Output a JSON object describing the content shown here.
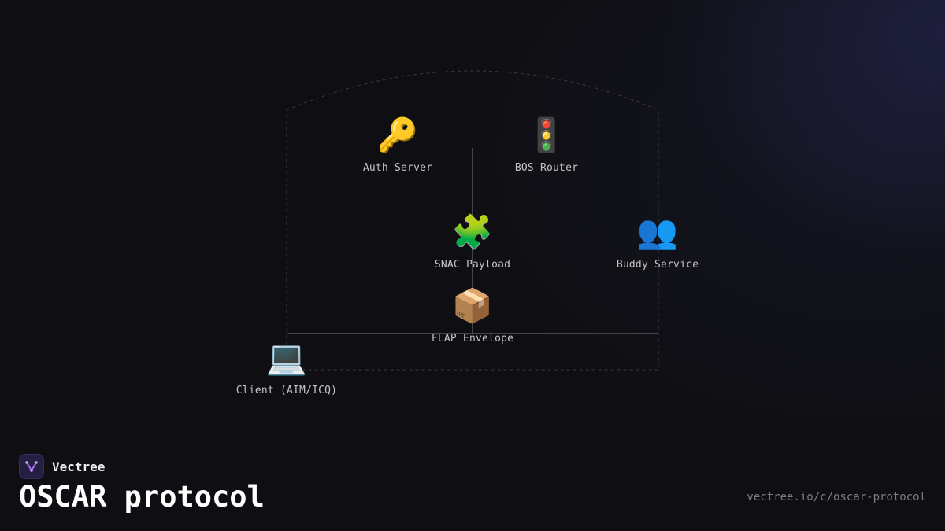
{
  "diagram": {
    "nodes": [
      {
        "id": "auth",
        "label": "Auth Server",
        "icon": "key-icon",
        "glyph": "🔑"
      },
      {
        "id": "bos",
        "label": "BOS Router",
        "icon": "traffic-light-icon",
        "glyph": "🚦"
      },
      {
        "id": "snac",
        "label": "SNAC Payload",
        "icon": "puzzle-piece-icon",
        "glyph": "🧩"
      },
      {
        "id": "buddy",
        "label": "Buddy Service",
        "icon": "people-icon",
        "glyph": "👥"
      },
      {
        "id": "flap",
        "label": "FLAP Envelope",
        "icon": "package-icon",
        "glyph": "📦"
      },
      {
        "id": "client",
        "label": "Client (AIM/ICQ)",
        "icon": "laptop-icon",
        "glyph": "💻"
      }
    ]
  },
  "footer": {
    "brand_name": "Vectree",
    "title": "OSCAR protocol",
    "url": "vectree.io/c/oscar-protocol"
  },
  "colors": {
    "background": "#0f0f13",
    "brand_logo_bg": "#232042",
    "brand_accent": "#b16cf0"
  }
}
